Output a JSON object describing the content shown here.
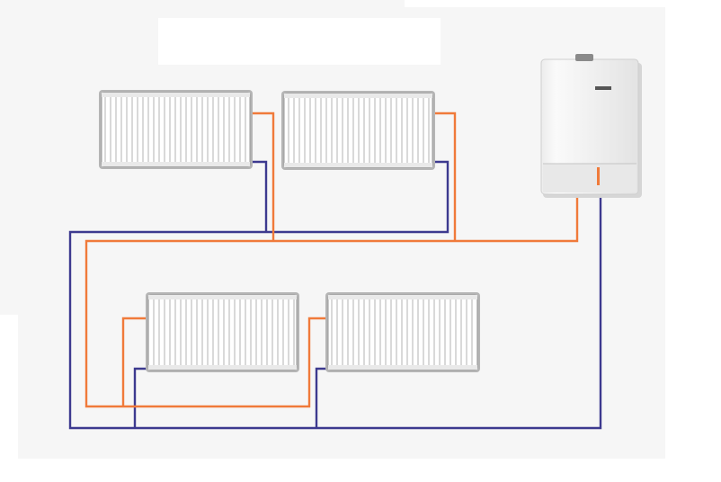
{
  "diagram": {
    "components": {
      "boiler": {
        "kind": "wall-hung gas boiler",
        "brand_text": ""
      },
      "radiators": [
        {
          "id": "upper-left"
        },
        {
          "id": "upper-right"
        },
        {
          "id": "lower-left"
        },
        {
          "id": "lower-right"
        }
      ]
    },
    "pipes": {
      "flow": {
        "color": "#f07a3a"
      },
      "return": {
        "color": "#3d3a8f"
      }
    },
    "colors": {
      "page_background": "#ffffff",
      "panel_background": "#f6f6f6",
      "radiator_frame": "#9a9a9a",
      "radiator_fill": "#ffffff",
      "radiator_fins": "#c9c9c9",
      "boiler_body": "#f2f2f2",
      "boiler_shadow": "#d6d6d6"
    }
  }
}
